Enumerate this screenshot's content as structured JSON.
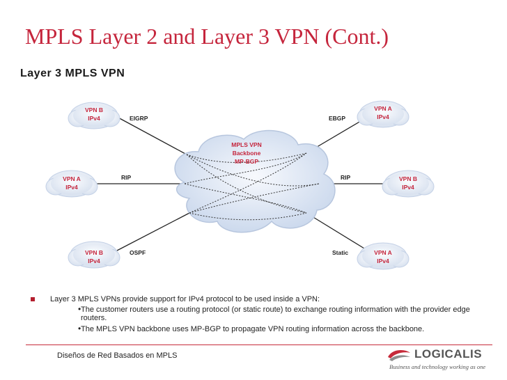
{
  "slide": {
    "title": "MPLS Layer 2 and Layer 3 VPN (Cont.)",
    "subtitle": "Layer 3 MPLS VPN"
  },
  "diagram": {
    "core": {
      "line1": "MPLS VPN",
      "line2": "Backbone",
      "line3": "MP-BGP"
    },
    "sites": [
      {
        "line1": "VPN B",
        "line2": "IPv4"
      },
      {
        "line1": "VPN A",
        "line2": "IPv4"
      },
      {
        "line1": "VPN B",
        "line2": "IPv4"
      },
      {
        "line1": "VPN A",
        "line2": "IPv4"
      },
      {
        "line1": "VPN B",
        "line2": "IPv4"
      },
      {
        "line1": "VPN A",
        "line2": "IPv4"
      }
    ],
    "links": [
      "EIGRP",
      "RIP",
      "OSPF",
      "EBGP",
      "RIP",
      "Static"
    ],
    "colors": {
      "cloud": "#dce6f4",
      "cloud_stroke": "#b9c8e0",
      "site": "#e6ecf6",
      "text": "#c5253c"
    }
  },
  "bullets": {
    "main": "Layer 3 MPLS VPNs provide support for IPv4 protocol to be used inside a VPN:",
    "sub": [
      "The customer routers use a routing protocol (or static route) to exchange routing information with the provider edge routers.",
      "The MPLS VPN backbone uses MP-BGP to propagate VPN routing information across the backbone."
    ]
  },
  "footer": {
    "text": "Diseños de Red Basados en MPLS",
    "logo_name": "LOGICALIS",
    "logo_tagline": "Business and technology working as one"
  }
}
